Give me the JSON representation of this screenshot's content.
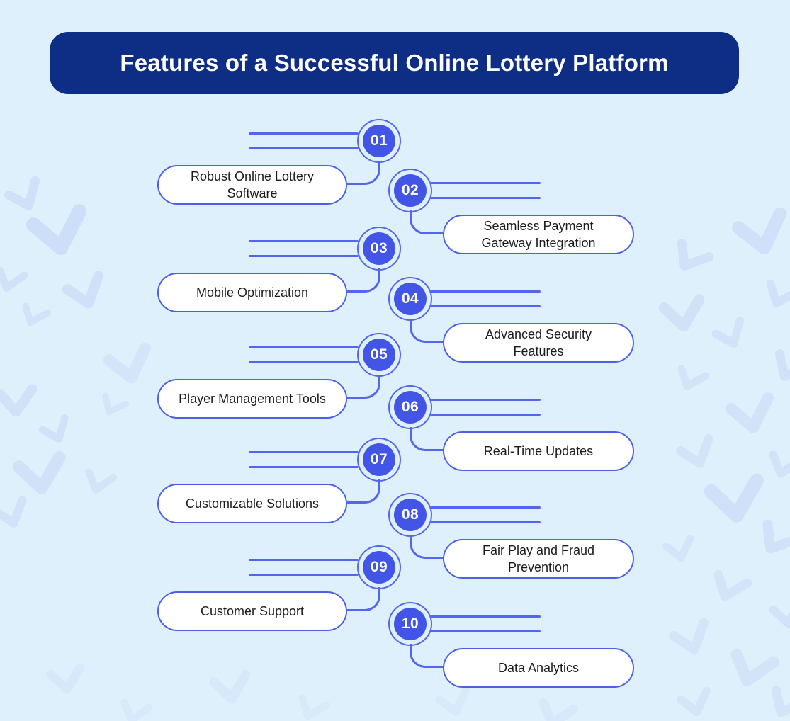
{
  "header": {
    "title": "Features of a Successful Online Lottery Platform"
  },
  "colors": {
    "background": "#def0fc",
    "header_bg": "#0e2d85",
    "circle_fill": "#4355e6",
    "stroke_blue": "#5465ef",
    "pill_border": "#4c5feb",
    "label_text": "#1c1c1e",
    "watermark": "#c3d3f6"
  },
  "watermark_icon": "v-logo-watermark-icon",
  "items": [
    {
      "num": "01",
      "label": "Robust Online Lottery\nSoftware",
      "side": "left"
    },
    {
      "num": "02",
      "label": "Seamless Payment\nGateway Integration",
      "side": "right"
    },
    {
      "num": "03",
      "label": "Mobile Optimization",
      "side": "left"
    },
    {
      "num": "04",
      "label": "Advanced Security\nFeatures",
      "side": "right"
    },
    {
      "num": "05",
      "label": "Player Management Tools",
      "side": "left"
    },
    {
      "num": "06",
      "label": "Real-Time Updates",
      "side": "right"
    },
    {
      "num": "07",
      "label": "Customizable Solutions",
      "side": "left"
    },
    {
      "num": "08",
      "label": "Fair Play and Fraud\nPrevention",
      "side": "right"
    },
    {
      "num": "09",
      "label": "Customer Support",
      "side": "left"
    },
    {
      "num": "10",
      "label": "Data Analytics",
      "side": "right"
    }
  ]
}
